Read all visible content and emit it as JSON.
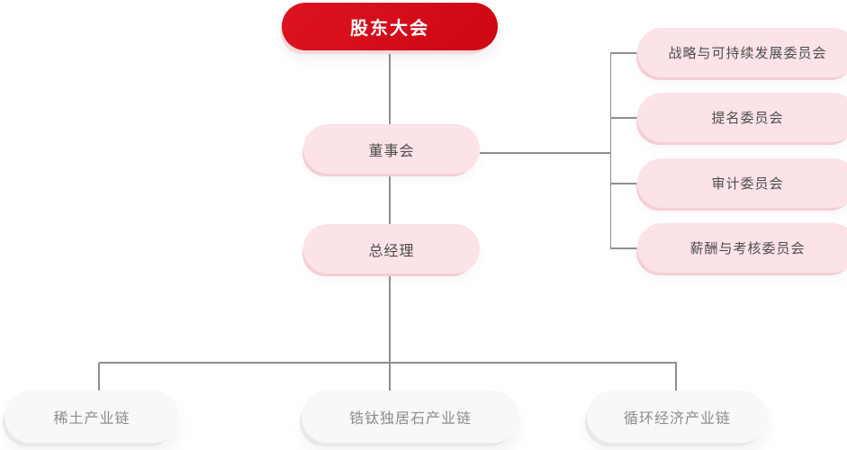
{
  "org_chart": {
    "nodes": {
      "shareholders_meeting": {
        "label": "股东大会"
      },
      "board": {
        "label": "董事会"
      },
      "general_manager": {
        "label": "总经理"
      },
      "committees": [
        {
          "label": "战略与可持续发展委员会"
        },
        {
          "label": "提名委员会"
        },
        {
          "label": "审计委员会"
        },
        {
          "label": "薪酬与考核委员会"
        }
      ],
      "industry_chains": [
        {
          "label": "稀土产业链"
        },
        {
          "label": "锆钛独居石产业链"
        },
        {
          "label": "循环经济产业链"
        }
      ]
    },
    "colors": {
      "primary_red": "#d20a18",
      "light_pink": "#fbe3e7",
      "white_node": "#f8f8f8",
      "connector_gray": "#8f8f8f",
      "text_dark": "#4d4d4d",
      "text_gray": "#8c8c8c",
      "text_on_red": "#ffffff"
    }
  }
}
